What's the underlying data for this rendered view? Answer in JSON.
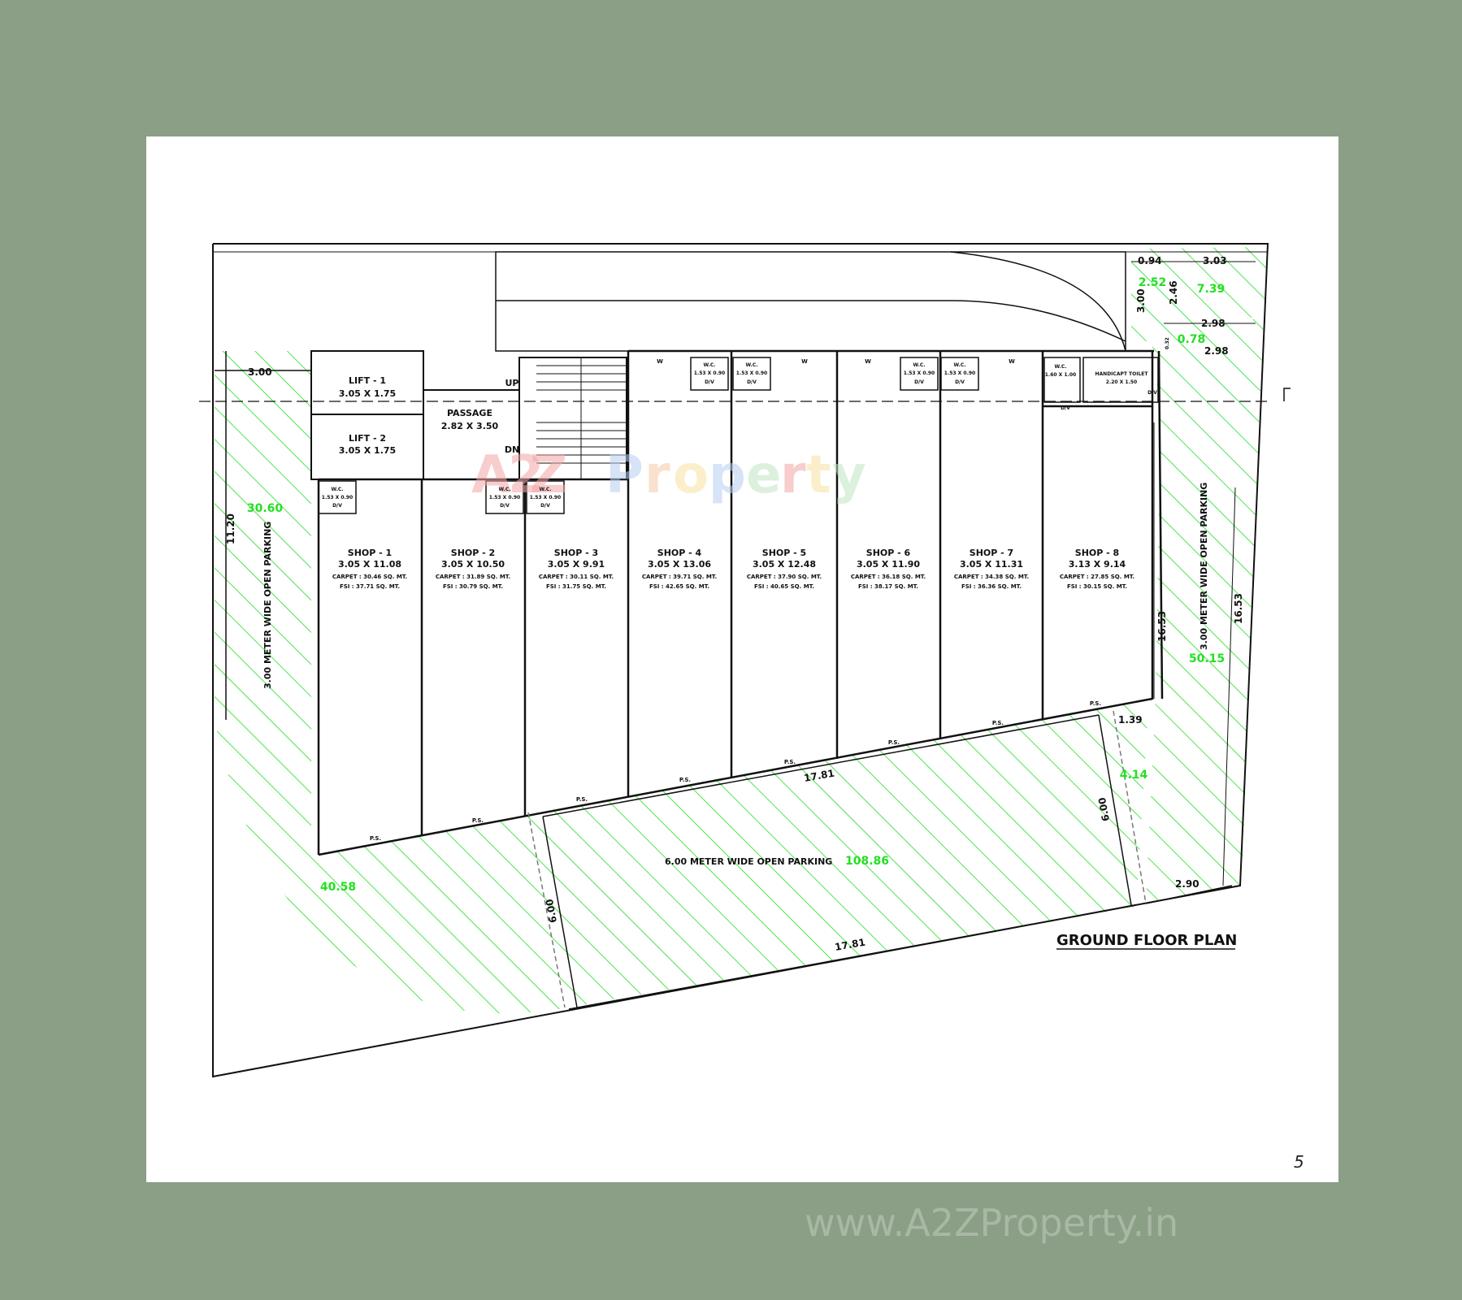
{
  "plan": {
    "title": "GROUND FLOOR PLAN",
    "page_number": "5",
    "website": "www.A2ZProperty.in",
    "watermark": {
      "a": "A",
      "z": "2",
      "z2": "Z",
      "rest": [
        "P",
        "r",
        "o",
        "p",
        "e",
        "r",
        "t",
        "y"
      ]
    },
    "colors": {
      "hatch": "#22dd22",
      "area_text": "#22e022",
      "line": "#111111",
      "background": "#8b9e86"
    }
  },
  "rooms": {
    "lift1": {
      "name": "LIFT - 1",
      "size": "3.05 X 1.75"
    },
    "lift2": {
      "name": "LIFT - 2",
      "size": "3.05 X 1.75"
    },
    "passage": {
      "name": "PASSAGE",
      "size": "2.82 X 3.50"
    },
    "stair_up": "UP",
    "stair_dn": "DN",
    "handicap": {
      "name": "HANDICAPT TOILET",
      "size": "2.20 X 1.50"
    },
    "wc_label": "W.C.",
    "wc_size": "1.53 X 0.90",
    "wc_size2": "1.60 X 1.00",
    "duct": "D/V",
    "window": "W",
    "ps": "P.S."
  },
  "shops": [
    {
      "name": "SHOP - 1",
      "size": "3.05 X 11.08",
      "carpet": "CARPET : 30.46 SQ. MT.",
      "fsi": "FSI : 37.71 SQ. MT."
    },
    {
      "name": "SHOP - 2",
      "size": "3.05 X 10.50",
      "carpet": "CARPET : 31.89 SQ. MT.",
      "fsi": "FSI : 30.79 SQ. MT."
    },
    {
      "name": "SHOP - 3",
      "size": "3.05 X 9.91",
      "carpet": "CARPET : 30.11 SQ. MT.",
      "fsi": "FSI : 31.75 SQ. MT."
    },
    {
      "name": "SHOP - 4",
      "size": "3.05 X 13.06",
      "carpet": "CARPET : 39.71 SQ. MT.",
      "fsi": "FSI : 42.65 SQ. MT."
    },
    {
      "name": "SHOP - 5",
      "size": "3.05 X 12.48",
      "carpet": "CARPET : 37.90 SQ. MT.",
      "fsi": "FSI : 40.65 SQ. MT."
    },
    {
      "name": "SHOP - 6",
      "size": "3.05 X 11.90",
      "carpet": "CARPET : 36.18 SQ. MT.",
      "fsi": "FSI : 38.17 SQ. MT."
    },
    {
      "name": "SHOP - 7",
      "size": "3.05 X 11.31",
      "carpet": "CARPET : 34.38 SQ. MT.",
      "fsi": "FSI : 36.36 SQ. MT."
    },
    {
      "name": "SHOP - 8",
      "size": "3.13 X 9.14",
      "carpet": "CARPET : 27.85 SQ. MT.",
      "fsi": "FSI : 30.15 SQ. MT."
    }
  ],
  "parking": {
    "left": "3.00 METER WIDE OPEN PARKING",
    "right": "3.00 METER WIDE OPEN PARKING",
    "front": "6.00 METER WIDE OPEN PARKING"
  },
  "areas": [
    "30.60",
    "50.15",
    "108.86",
    "40.58",
    "4.14",
    "2.52",
    "7.39",
    "0.78"
  ],
  "dimensions": {
    "left_width": "3.00",
    "left_depth": "11.20",
    "front_top": "17.81",
    "front_bottom": "17.81",
    "front_depth_left": "6.00",
    "front_depth_right": "6.00",
    "right_inner": "16.53",
    "right_outer": "16.53",
    "corner_a": "0.94",
    "corner_b": "3.03",
    "corner_c": "3.00",
    "corner_d": "2.46",
    "corner_e": "2.98",
    "corner_f": "2.98",
    "corner_g": "1.39",
    "corner_h": "2.90",
    "corner_i": "0.32"
  }
}
